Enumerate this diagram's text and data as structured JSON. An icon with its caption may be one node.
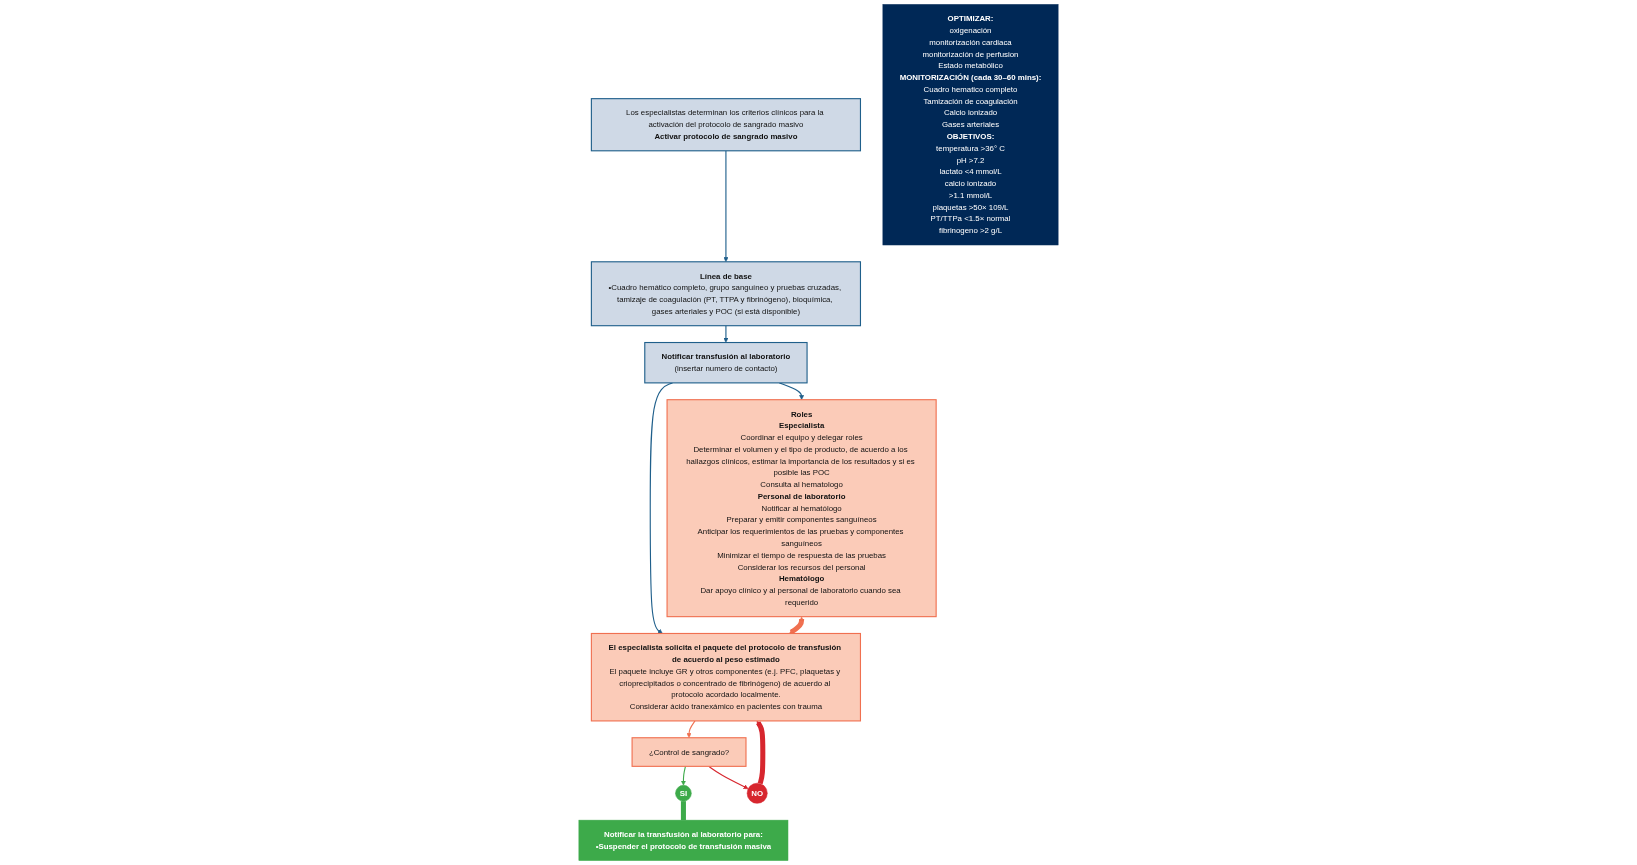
{
  "diagram": {
    "nodes": [
      {
        "text": [
          "Los especialistas determinan los criterios clínicos para la activación del protocolo de sangrado masivo",
          "Activar protocolo de sangrado masivo"
        ]
      },
      {
        "text": [
          "Línea de base",
          "•Cuadro hemático completo, grupo sanguíneo y pruebas cruzadas, tamizaje de coagulación (PT, TTPA y fibrinógeno), bioquímica, gases arteriales y POC (si está disponible)"
        ]
      },
      {
        "text": [
          "Notificar transfusión al laboratorio",
          "(insertar numero de contacto)"
        ]
      },
      {
        "text": [
          "Roles",
          "Especialista",
          "Coordinar el equipo y delegar roles",
          "Determinar el volumen y el tipo de producto, de acuerdo a los hallazgos clínicos, estimar la importancia de los resultados y si es posible las POC",
          "Consulta al hematologo",
          "Personal de laboratorio",
          "Notificar al hematólogo",
          "Preparar y emitir componentes sanguíneos",
          "Anticipar los requerimientos de las pruebas y componentes sanguíneos",
          "Minimizar el tiempo de respuesta de las pruebas",
          "Considerar los recursos del personal",
          "Hematólogo",
          "Dar apoyo clínico y al personal de laboratorio cuando sea requerido"
        ]
      },
      {
        "text": [
          "El especialista solicita el paquete del protocolo de transfusión de acuerdo al peso estimado",
          "El paquete incluye GR y otros componentes (e.j. PFC, plaquetas y crioprecipitados o concentrado de fibrinógeno) de acuerdo al protocolo acordado localmente.",
          "Considerar ácido tranexámico en pacientes con trauma"
        ]
      },
      {
        "text": [
          "¿Control de sangrado?"
        ]
      },
      {
        "text": [
          "SI"
        ]
      },
      {
        "text": [
          "NO"
        ]
      },
      {
        "text": [
          "Notificar la transfusión al laboratorio para:",
          "•Suspender el protocolo de transfusión masiva"
        ]
      },
      {
        "text": [
          "OPTIMIZAR:",
          "oxigenación",
          "monitorización cardiaca",
          "monitorización de perfusion",
          "Estado metabólico",
          "MONITORIZACIÓN (cada 30–60 mins):",
          "Cuadro hematico completo",
          "Tamización de coagulación",
          "Calcio ionizado",
          "Gases arteriales",
          "OBJETIVOS:",
          "temperatura >36° C",
          "pH >7.2",
          "lactato <4 mmol/L",
          "calcio ionizado",
          ">1.1 mmol/L",
          "plaquetas >50× 109/L",
          "PT/TTPa <1.5× normal",
          "fibrinogeno >2 g/L"
        ]
      }
    ],
    "edges": [
      {
        "from": 0,
        "to": 1,
        "arrow": "to"
      },
      {
        "from": 1,
        "to": 2,
        "arrow": "to"
      },
      {
        "from": 2,
        "to": 3,
        "arrow": "to"
      },
      {
        "from": 2,
        "to": 4,
        "arrow": "to"
      },
      {
        "from": 3,
        "to": 4,
        "arrow": "both",
        "style": "thick",
        "color": "#f07050"
      },
      {
        "from": 4,
        "to": 5,
        "arrow": "to",
        "color": "#f07050"
      },
      {
        "from": 5,
        "to": 6,
        "arrow": "to",
        "color": "#3daa4a"
      },
      {
        "from": 5,
        "to": 7,
        "arrow": "to",
        "color": "#d7262e"
      },
      {
        "from": 6,
        "to": 8,
        "arrow": "none",
        "style": "thick",
        "color": "#3daa4a"
      },
      {
        "from": 7,
        "to": 4,
        "arrow": "to",
        "style": "thick",
        "color": "#d7262e"
      }
    ]
  }
}
